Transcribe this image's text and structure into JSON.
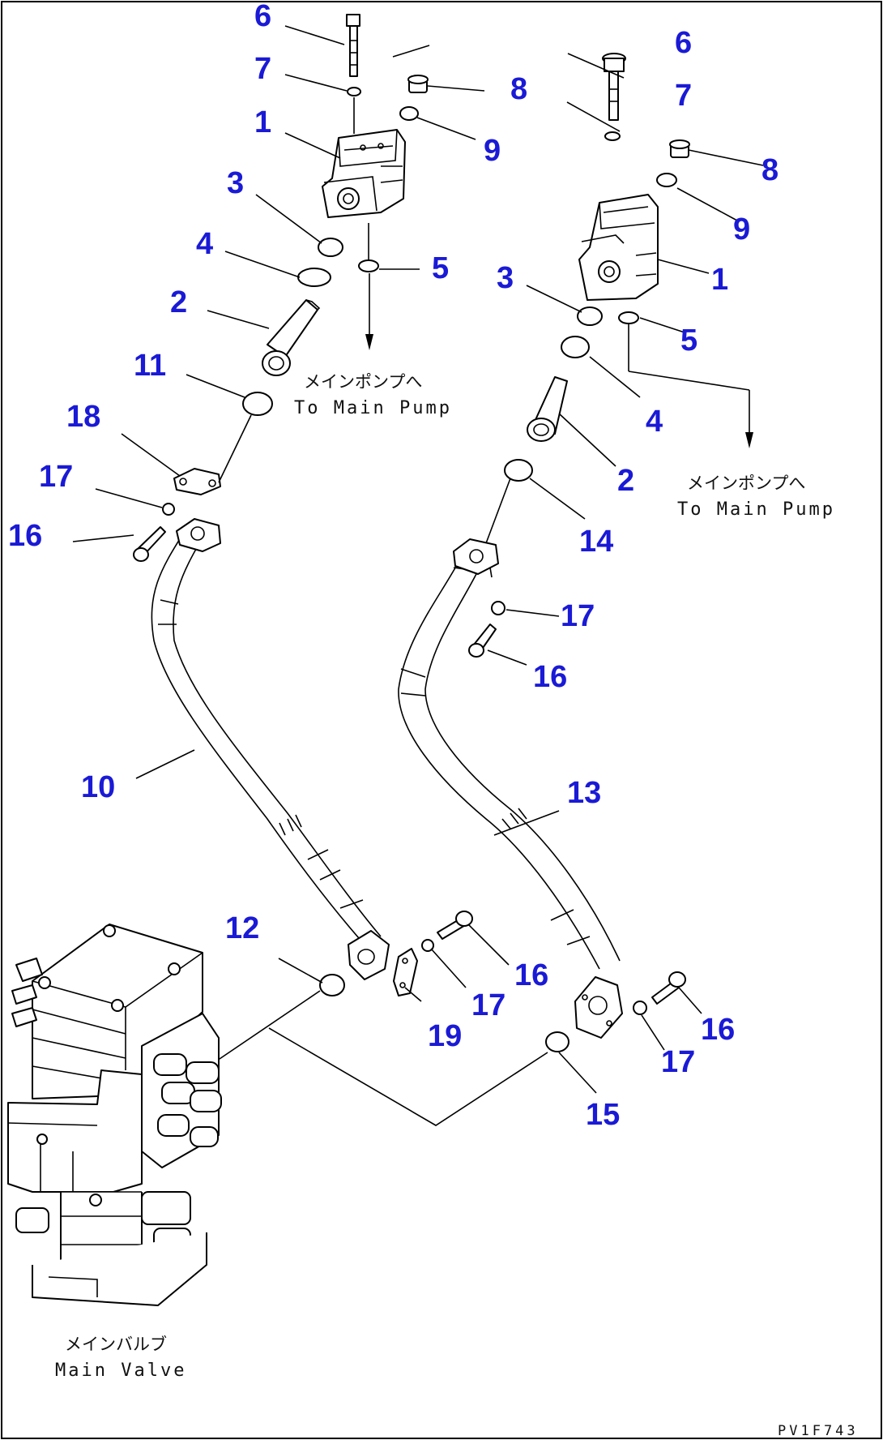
{
  "diagram": {
    "frame_color": "#000000",
    "callout_color": "#1a1ad6",
    "callouts": [
      "6",
      "7",
      "8",
      "1",
      "9",
      "3",
      "4",
      "5",
      "2",
      "11",
      "18",
      "17",
      "16",
      "10",
      "12",
      "19",
      "6",
      "7",
      "8",
      "9",
      "1",
      "5",
      "3",
      "4",
      "2",
      "14",
      "17",
      "16",
      "13",
      "16",
      "17",
      "15",
      "16",
      "17"
    ],
    "captions": {
      "pump_left_jp": "メインポンプへ",
      "pump_left_en": "To Main Pump",
      "pump_right_jp": "メインポンプへ",
      "pump_right_en": "To Main Pump",
      "valve_jp": "メインバルブ",
      "valve_en": "Main Valve"
    },
    "drawing_code": "PV1F743"
  }
}
